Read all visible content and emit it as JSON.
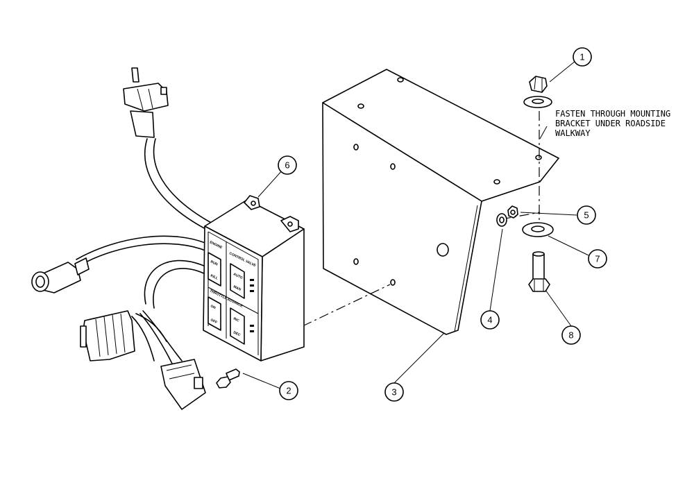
{
  "note": {
    "lines": [
      "FASTEN THROUGH MOUNTING",
      "BRACKET UNDER ROADSIDE",
      "WALKWAY"
    ]
  },
  "callouts": [
    "1",
    "2",
    "3",
    "4",
    "5",
    "6",
    "7",
    "8"
  ],
  "panel": {
    "engine_header": "ENGINE",
    "control_valve_header": "CONTROL VALVE",
    "throttle_header": "THROTTLE ADVANCE",
    "run": "RUN",
    "kill": "KILL",
    "auto": "AUTO",
    "man": "MAN",
    "on": "ON",
    "off": "OFF",
    "inc": "INC",
    "dec": "DEC"
  }
}
